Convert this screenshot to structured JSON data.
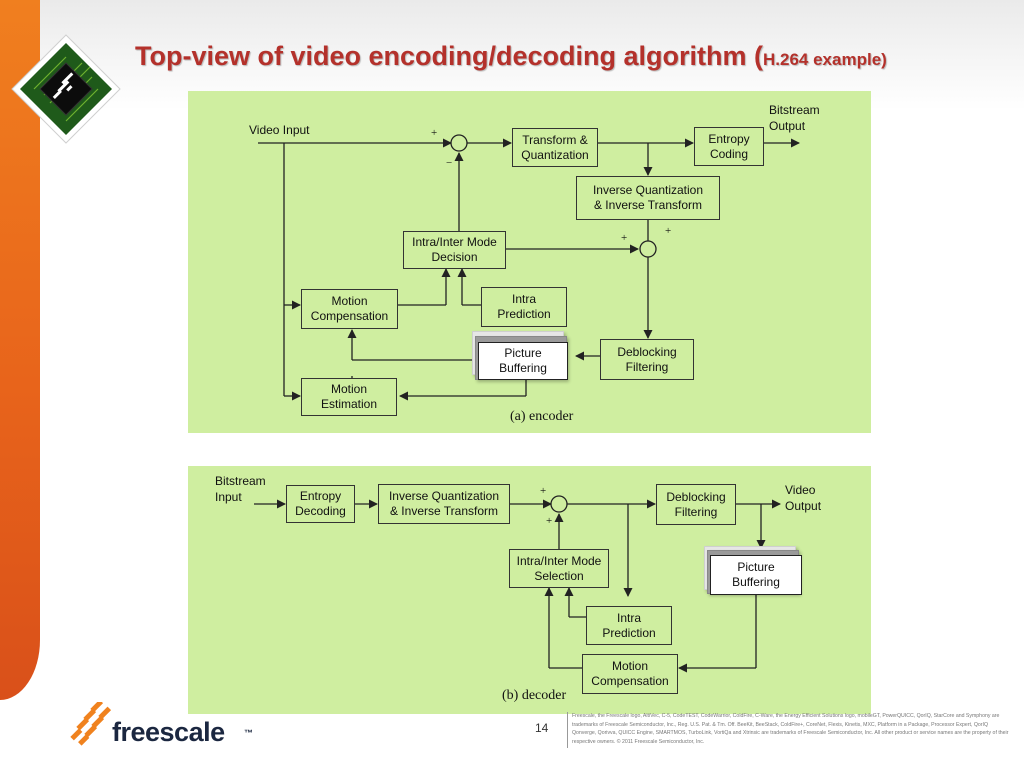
{
  "slide": {
    "title_main": "Top-view of video encoding/decoding algorithm (",
    "title_small": "H.264 example)",
    "page_number": "14",
    "brand": "freescale",
    "brand_tm": "™",
    "legal": "Freescale, the Freescale logo, AltiVec, C-5, CodeTEST, CodeWarrior, ColdFire, C-Ware, the Energy Efficient Solutions logo, mobileGT, PowerQUICC, QorIQ, StarCore and Symphony are trademarks of Freescale Semiconductor, Inc., Reg. U.S. Pat. & Tm. Off. BeeKit, BeeStack, ColdFire+, CoreNet, Flexis, Kinetis, MXC, Platform in a Package, Processor Expert, QorIQ Qonverge, Qorivva, QUICC Engine, SMARTMOS, TurboLink, VortiQa and Xtrinsic are trademarks of Freescale Semiconductor, Inc. All other product or service names are the property of their respective owners. © 2011 Freescale Semiconductor, Inc."
  },
  "encoder": {
    "caption": "(a) encoder",
    "video_input": "Video Input",
    "bitstream_output": [
      "Bitstream",
      "Output"
    ],
    "boxes": {
      "transform_quant": [
        "Transform &",
        "Quantization"
      ],
      "entropy_coding": [
        "Entropy",
        "Coding"
      ],
      "inverse_quant": [
        "Inverse Quantization",
        "& Inverse Transform"
      ],
      "mode_decision": [
        "Intra/Inter Mode",
        "Decision"
      ],
      "motion_comp": [
        "Motion",
        "Compensation"
      ],
      "intra_pred": [
        "Intra",
        "Prediction"
      ],
      "picture_buffering": [
        "Picture",
        "Buffering"
      ],
      "deblocking": [
        "Deblocking",
        "Filtering"
      ],
      "motion_est": [
        "Motion",
        "Estimation"
      ]
    },
    "signs": {
      "sum1_plus": "+",
      "sum1_minus": "−",
      "sum2_plus_left": "+",
      "sum2_plus_top": "+"
    }
  },
  "decoder": {
    "caption": "(b) decoder",
    "bitstream_input": [
      "Bitstream",
      "Input"
    ],
    "video_output": [
      "Video",
      "Output"
    ],
    "boxes": {
      "entropy_decoding": [
        "Entropy",
        "Decoding"
      ],
      "inverse_quant": [
        "Inverse Quantization",
        "& Inverse Transform"
      ],
      "deblocking": [
        "Deblocking",
        "Filtering"
      ],
      "mode_selection": [
        "Intra/Inter Mode",
        "Selection"
      ],
      "picture_buffering": [
        "Picture",
        "Buffering"
      ],
      "intra_pred": [
        "Intra",
        "Prediction"
      ],
      "motion_comp": [
        "Motion",
        "Compensation"
      ]
    },
    "signs": {
      "sum_plus_top": "+",
      "sum_plus_bottom": "+"
    }
  }
}
